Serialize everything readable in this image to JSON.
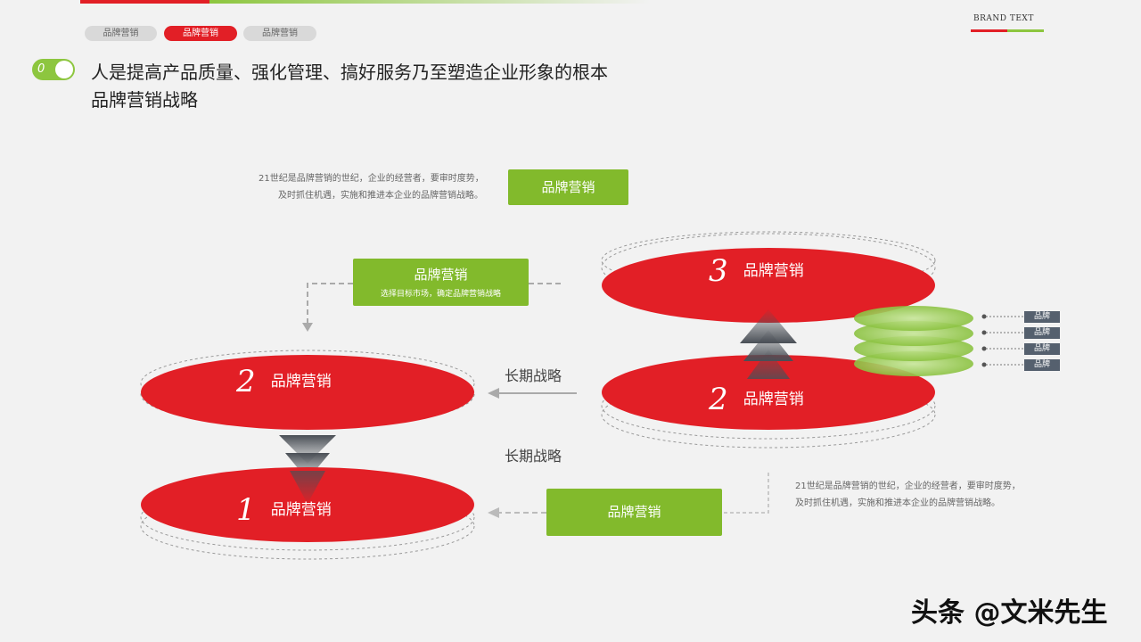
{
  "nav": {
    "tabs": [
      "品牌营销",
      "品牌营销",
      "品牌营销"
    ]
  },
  "brand_text": "BRAND TEXT",
  "toggle_label": "0",
  "heading": {
    "line1": "人是提高产品质量、强化管理、搞好服务乃至塑造企业形象的根本",
    "line2": "品牌营销战略"
  },
  "top_desc": {
    "line1": "21世纪是品牌营销的世纪，企业的经营者，要审时度势，",
    "line2": "及时抓住机遇，实施和推进本企业的品牌营销战略。"
  },
  "top_box_label": "品牌营销",
  "mid_box": {
    "title": "品牌营销",
    "subtitle": "选择目标市场，确定品牌营销战略"
  },
  "left_discs": [
    {
      "number": "2",
      "label": "品牌营销"
    },
    {
      "number": "1",
      "label": "品牌营销"
    }
  ],
  "right_discs": [
    {
      "number": "3",
      "label": "品牌营销"
    },
    {
      "number": "2",
      "label": "品牌营销"
    }
  ],
  "long_term": [
    "长期战略",
    "长期战略"
  ],
  "bottom_box_label": "品牌营销",
  "bottom_desc": {
    "line1": "21世纪是品牌营销的世纪，企业的经营者，要审时度势，",
    "line2": "及时抓住机遇，实施和推进本企业的品牌营销战略。"
  },
  "tags": [
    "品牌",
    "品牌",
    "品牌",
    "品牌"
  ],
  "watermark": "头条 @文米先生",
  "colors": {
    "red": "#e21f26",
    "green": "#82ba2c",
    "grey_tag": "#55606e"
  }
}
